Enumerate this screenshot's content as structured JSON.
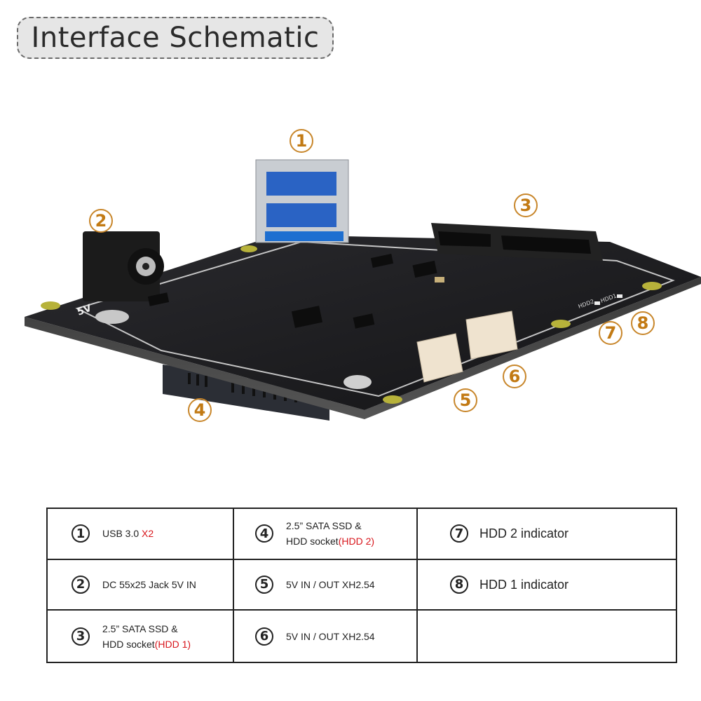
{
  "title": "Interface Schematic",
  "colors": {
    "callout": "#c27a14",
    "highlight_red": "#d8161c",
    "board": "#1c1c1e",
    "connector_cream": "#efe3cf",
    "usb_blue": "#1e6fd0"
  },
  "board": {
    "silkscreen_5v": "5V",
    "silkscreen_hdd1": "HDD1",
    "silkscreen_hdd2": "HDD2"
  },
  "callouts": [
    "1",
    "2",
    "3",
    "4",
    "5",
    "6",
    "7",
    "8"
  ],
  "table": {
    "rows": [
      [
        {
          "num": "1",
          "text": "USB 3.0 ",
          "red": "X2"
        },
        {
          "num": "4",
          "text": "2.5”  SATA SSD &",
          "text2": "HDD socket",
          "red": "(HDD 2)"
        },
        {
          "num": "7",
          "text": "HDD 2 indicator"
        }
      ],
      [
        {
          "num": "2",
          "text": "DC 55x25 Jack 5V IN"
        },
        {
          "num": "5",
          "text": "5V IN / OUT XH2.54"
        },
        {
          "num": "8",
          "text": "HDD 1 indicator"
        }
      ],
      [
        {
          "num": "3",
          "text": "2.5”  SATA SSD &",
          "text2": "HDD socket",
          "red": "(HDD 1)"
        },
        {
          "num": "6",
          "text": "5V IN / OUT XH2.54"
        },
        {
          "num": "",
          "text": ""
        }
      ]
    ]
  }
}
